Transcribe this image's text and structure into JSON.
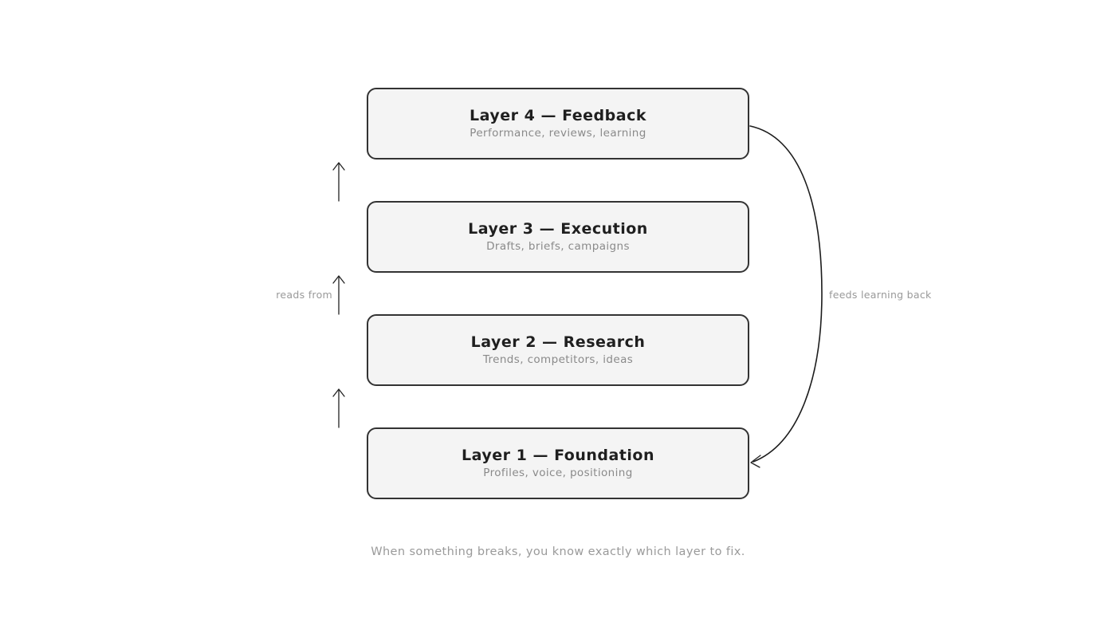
{
  "diagram": {
    "layers": [
      {
        "id": "layer4",
        "title": "Layer 4 — Feedback",
        "subtitle": "Performance, reviews, learning"
      },
      {
        "id": "layer3",
        "title": "Layer 3 — Execution",
        "subtitle": "Drafts, briefs, campaigns"
      },
      {
        "id": "layer2",
        "title": "Layer 2 — Research",
        "subtitle": "Trends, competitors, ideas"
      },
      {
        "id": "layer1",
        "title": "Layer 1 — Foundation",
        "subtitle": "Profiles, voice, positioning"
      }
    ],
    "annotations": {
      "up_arrows_label": "reads from",
      "feedback_arrow_label": "feeds learning back",
      "caption": "When something breaks, you know exactly which layer to fix."
    },
    "icons": [
      {
        "name": "up-arrow-icon",
        "meaning": "layer reads from the layer below",
        "count": 3
      },
      {
        "name": "curved-feedback-arrow-icon",
        "meaning": "feedback flows from Layer 4 back to Layer 1"
      }
    ],
    "colors": {
      "background": "#ffffff",
      "box_fill": "#f4f4f4",
      "box_border": "#333333",
      "title_text": "#1f1f1f",
      "subtitle_text": "#8a8a8a",
      "annotation_text": "#999999",
      "arrow_stroke": "#222222"
    }
  }
}
